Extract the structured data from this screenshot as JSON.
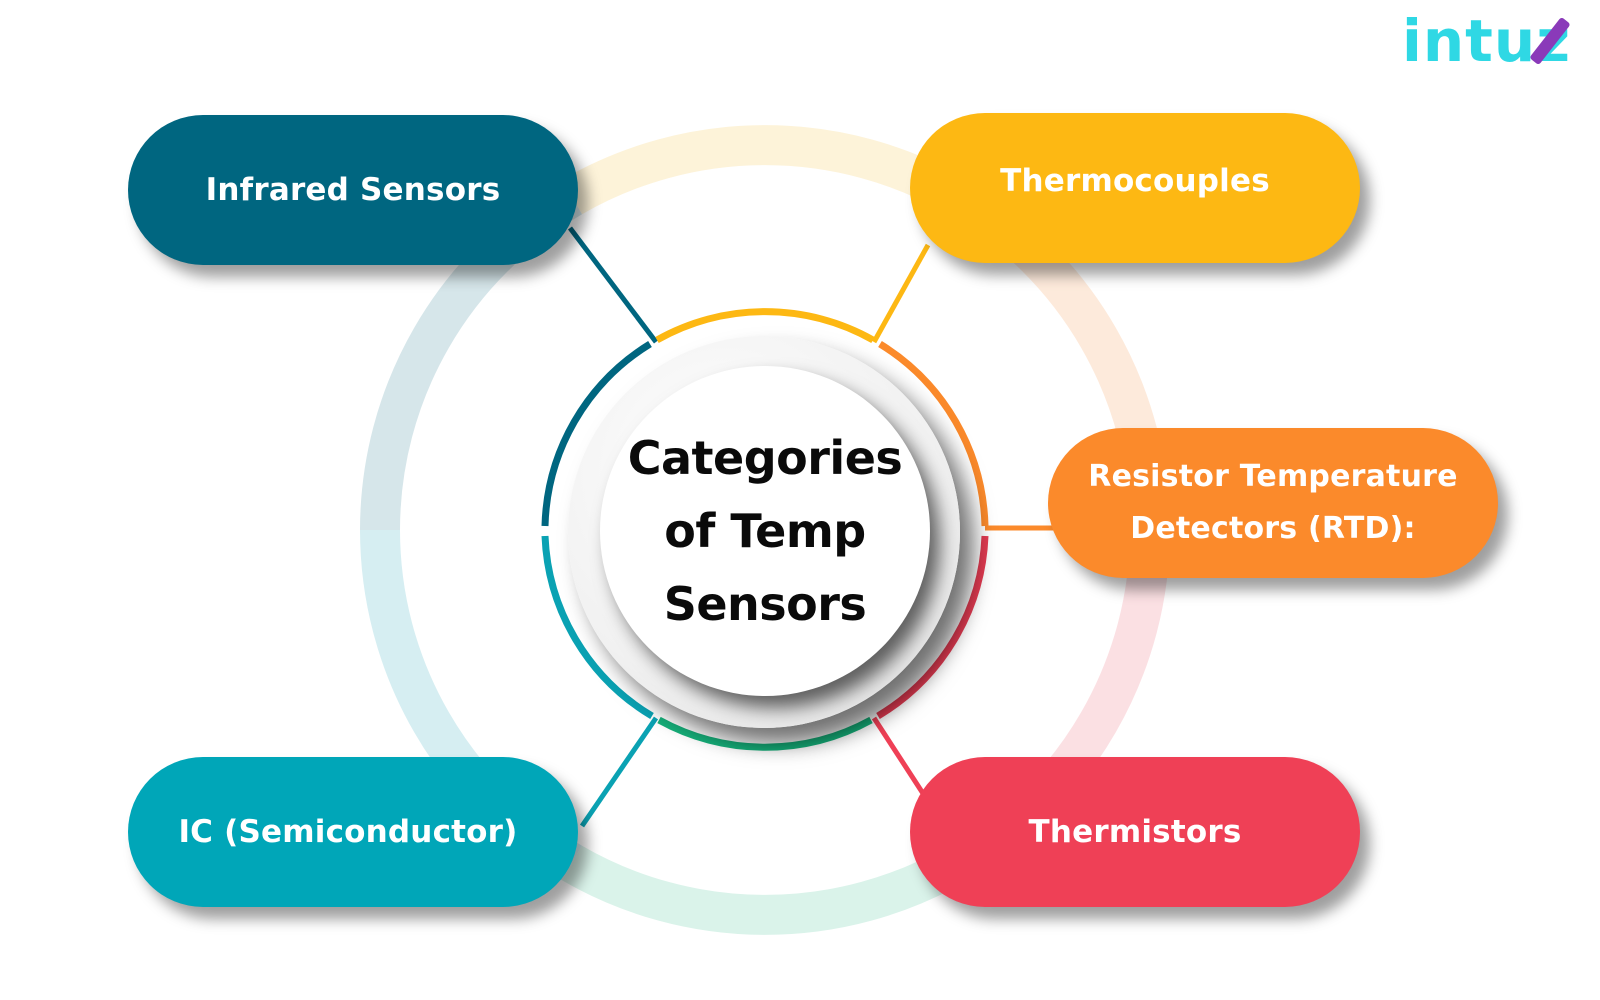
{
  "logo": {
    "text": "intuz",
    "prefix": "intu",
    "last_letter": "z",
    "color": "#2fd8e4",
    "accent": "#8a3ab9"
  },
  "center": {
    "title_lines": [
      "Categories",
      "of Temp",
      "Sensors"
    ],
    "text_color": "#0a0a0a"
  },
  "nodes": [
    {
      "id": "infrared",
      "label": "Infrared Sensors",
      "color": "#006680",
      "position": "top-left"
    },
    {
      "id": "thermocouples",
      "label": "Thermocouples",
      "color": "#fdb813",
      "position": "top-right"
    },
    {
      "id": "rtd",
      "label_lines": [
        "Resistor Temperature",
        "Detectors (RTD):"
      ],
      "color": "#fb8a2b",
      "position": "right"
    },
    {
      "id": "ic",
      "label": "IC (Semiconductor)",
      "color": "#00a6b8",
      "position": "bottom-left"
    },
    {
      "id": "thermistors",
      "label": "Thermistors",
      "color": "#ef4056",
      "position": "bottom-right"
    }
  ],
  "ring_segments": {
    "inner": [
      {
        "name": "top",
        "color": "#fdb813"
      },
      {
        "name": "upper-right",
        "color": "#fb8a2b"
      },
      {
        "name": "lower-right",
        "color": "#e33b52"
      },
      {
        "name": "bottom",
        "color": "#16b07a"
      },
      {
        "name": "lower-left",
        "color": "#0aa2b3"
      },
      {
        "name": "upper-left",
        "color": "#006680"
      }
    ],
    "outer_tints": [
      "#fdf3d9",
      "#fdeadb",
      "#fbe0e3",
      "#daf3ea",
      "#d6eef2",
      "#d6e6ea"
    ]
  }
}
